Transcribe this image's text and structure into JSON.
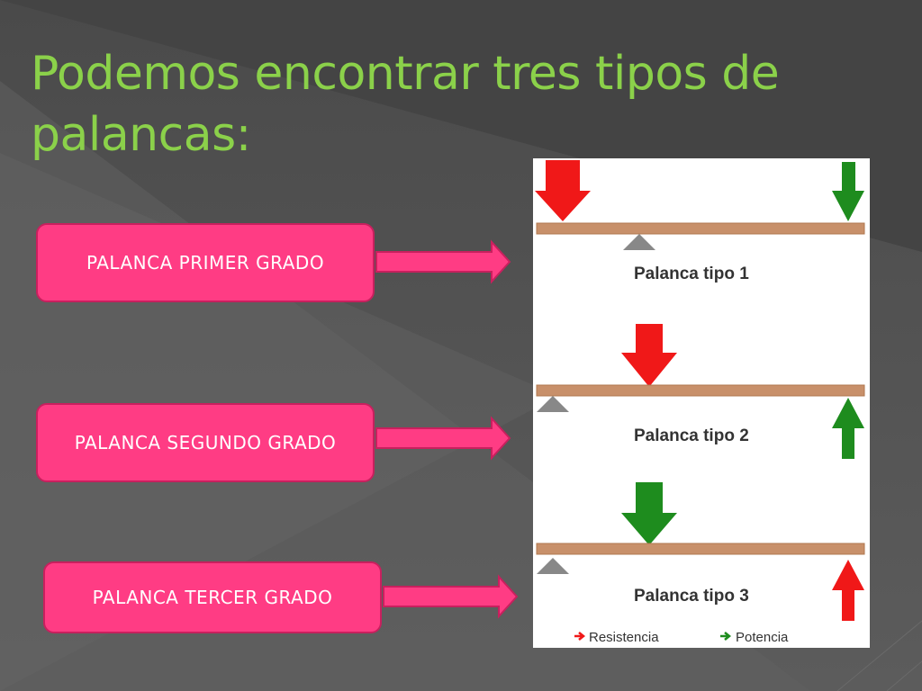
{
  "slide": {
    "title": "Podemos encontrar tres tipos de palancas:"
  },
  "boxes": [
    {
      "label": "PALANCA PRIMER GRADO"
    },
    {
      "label": "PALANCA SEGUNDO GRADO"
    },
    {
      "label": "PALANCA TERCER GRADO"
    }
  ],
  "diagram": {
    "levers": [
      {
        "label": "Palanca tipo 1"
      },
      {
        "label": "Palanca tipo 2"
      },
      {
        "label": "Palanca tipo 3"
      }
    ],
    "legend": {
      "resistance": "Resistencia",
      "power": "Potencia"
    }
  },
  "colors": {
    "title": "#8BD14A",
    "box": "#FF3C84",
    "resistance": "#F01818",
    "power": "#1E8C1E",
    "beam": "#C8906A",
    "fulcrum": "#888888"
  }
}
